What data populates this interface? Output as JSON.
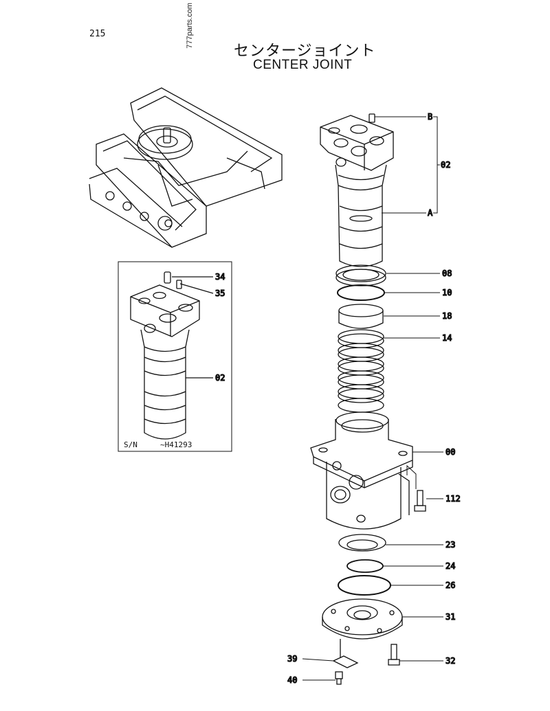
{
  "page_number": "215",
  "watermark": "777parts.com",
  "title_jp": "センタージョイント",
  "title_en": "CENTER JOINT",
  "inset": {
    "serial_prefix": "S/N",
    "serial_range": "~H41293",
    "callouts": [
      {
        "id": "34"
      },
      {
        "id": "35"
      },
      {
        "id": "02"
      }
    ]
  },
  "callouts": [
    {
      "id": "B"
    },
    {
      "id": "02"
    },
    {
      "id": "A"
    },
    {
      "id": "08"
    },
    {
      "id": "10"
    },
    {
      "id": "18"
    },
    {
      "id": "14"
    },
    {
      "id": "00"
    },
    {
      "id": "112"
    },
    {
      "id": "23"
    },
    {
      "id": "24"
    },
    {
      "id": "26"
    },
    {
      "id": "31"
    },
    {
      "id": "32"
    },
    {
      "id": "39"
    },
    {
      "id": "40"
    }
  ]
}
